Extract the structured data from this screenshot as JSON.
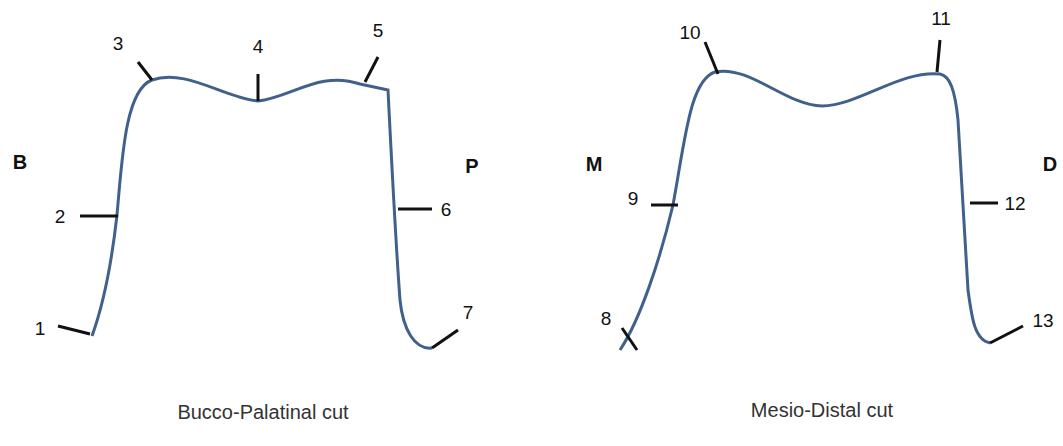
{
  "diagram": {
    "labels": [
      "B",
      "P",
      "M",
      "D",
      "1",
      "2",
      "3",
      "4",
      "5",
      "6",
      "7",
      "8",
      "9",
      "10",
      "11",
      "12",
      "13",
      "Bucco-Palatinal cut",
      "Mesio-Distal cut"
    ]
  }
}
